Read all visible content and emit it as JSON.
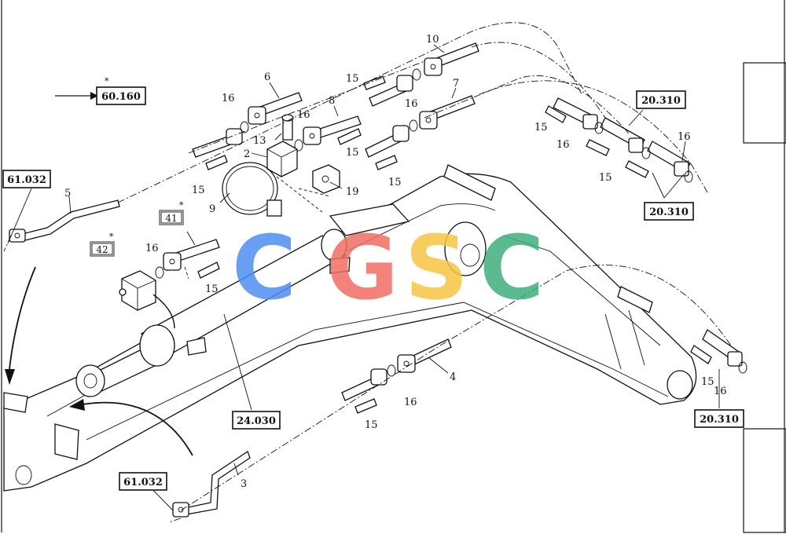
{
  "part_numbers": {
    "p2": "2",
    "p3": "3",
    "p4": "4",
    "p5": "5",
    "p6": "6",
    "p7": "7",
    "p8": "8",
    "p9": "9",
    "p10": "10",
    "p13": "13",
    "p15": "15",
    "p16": "16",
    "p19": "19"
  },
  "reference_boxes": {
    "ref_60160": "60.160",
    "ref_61032": "61.032",
    "ref_24030": "24.030",
    "ref_20310": "20.310"
  },
  "outlined_refs": {
    "ref_41": "41",
    "ref_42": "42"
  },
  "asterisk": "*",
  "watermark": {
    "letters": [
      "C",
      "G",
      "S",
      "C"
    ],
    "colors": [
      "#4f8ff0",
      "#f26d63",
      "#f5c542",
      "#3fae7c"
    ]
  }
}
